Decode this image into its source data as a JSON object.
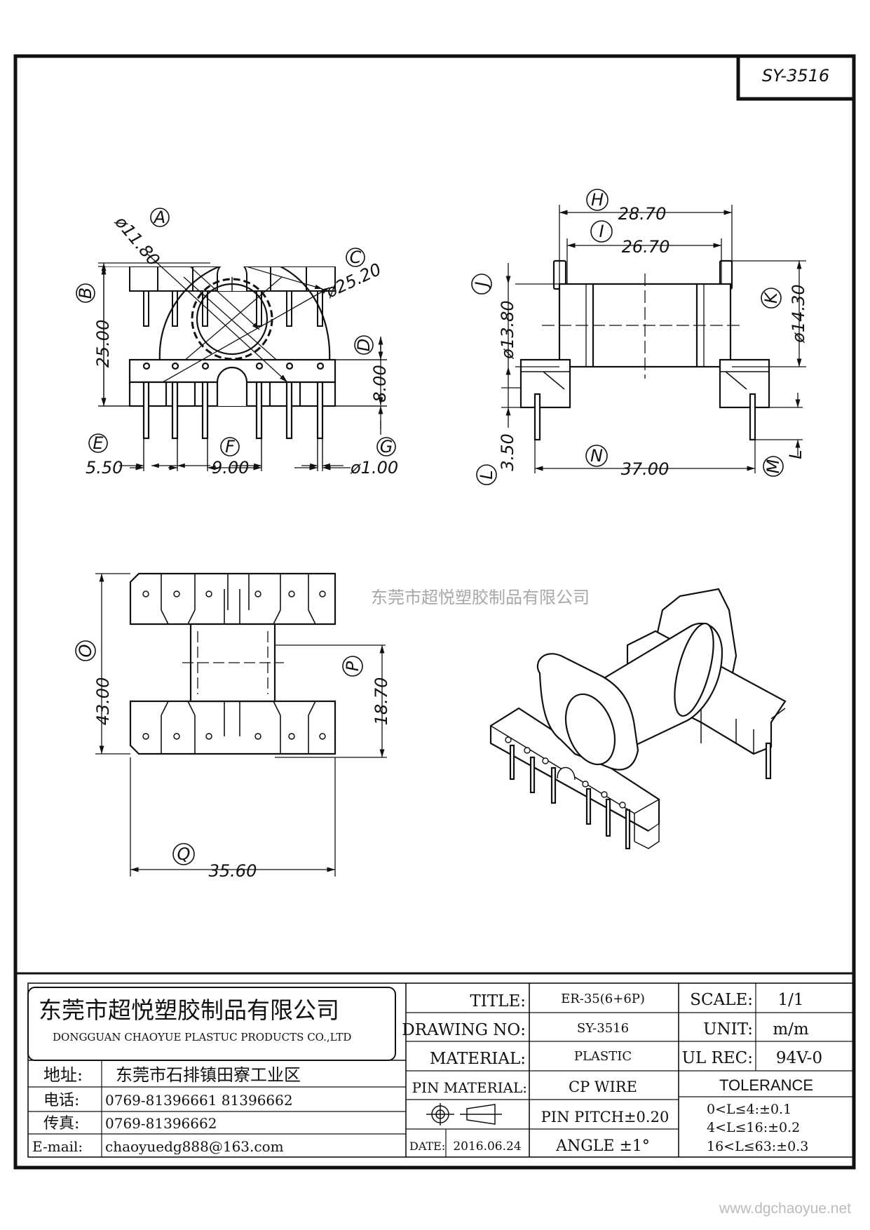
{
  "drawing_id": "SY-3516",
  "watermark": "东莞市超悦塑胶制品有限公司",
  "website": "www.dgchaoyue.net",
  "front_view": {
    "callouts": {
      "A": "A",
      "B": "B",
      "C": "C",
      "D": "D",
      "E": "E",
      "F": "F",
      "G": "G"
    },
    "dims": {
      "A": "ø11.80",
      "B": "25.00",
      "C": "ø25.20",
      "D": "8.00",
      "E": "5.50",
      "F": "9.00",
      "G": "ø1.00"
    }
  },
  "side_view": {
    "callouts": {
      "H": "H",
      "I": "I",
      "J": "J",
      "K": "K",
      "L": "L",
      "M": "M",
      "N": "N"
    },
    "dims": {
      "H": "28.70",
      "I": "26.70",
      "J": "ø13.80",
      "K": "ø14.30",
      "L": "3.50",
      "N": "37.00",
      "M_label": "L"
    }
  },
  "top_view": {
    "callouts": {
      "O": "O",
      "P": "P",
      "Q": "Q"
    },
    "dims": {
      "O": "43.00",
      "P": "18.70",
      "Q": "35.60"
    }
  },
  "title_block": {
    "company_cn": "东莞市超悦塑胶制品有限公司",
    "company_en": "DONGGUAN CHAOYUE PLASTUC PRODUCTS CO.,LTD",
    "address_label": "地址:",
    "address_value": "东莞市石排镇田寮工业区",
    "phone_label": "电话:",
    "phone_value": "0769-81396661   81396662",
    "fax_label": "传真:",
    "fax_value": "0769-81396662",
    "email_label": "E-mail:",
    "email_value": "chaoyuedg888@163.com",
    "title_label": "TITLE:",
    "title_value": "ER-35(6+6P)",
    "drawing_no_label": "DRAWING NO:",
    "drawing_no_value": "SY-3516",
    "material_label": "MATERIAL:",
    "material_value": "PLASTIC",
    "pin_material_label": "PIN MATERIAL:",
    "pin_material_value": "CP WIRE",
    "pin_pitch": "PIN PITCH±0.20",
    "date_label": "DATE:",
    "date_value": "2016.06.24",
    "angle": "ANGLE  ±1°",
    "scale_label": "SCALE:",
    "scale_value": "1/1",
    "unit_label": "UNIT:",
    "unit_value": "m/m",
    "ul_rec_label": "UL REC:",
    "ul_rec_value": "94V-0",
    "tolerance_label": "TOLERANCE",
    "tolerance_1": "0<L≤4:±0.1",
    "tolerance_2": "4<L≤16:±0.2",
    "tolerance_3": "16<L≤63:±0.3"
  }
}
